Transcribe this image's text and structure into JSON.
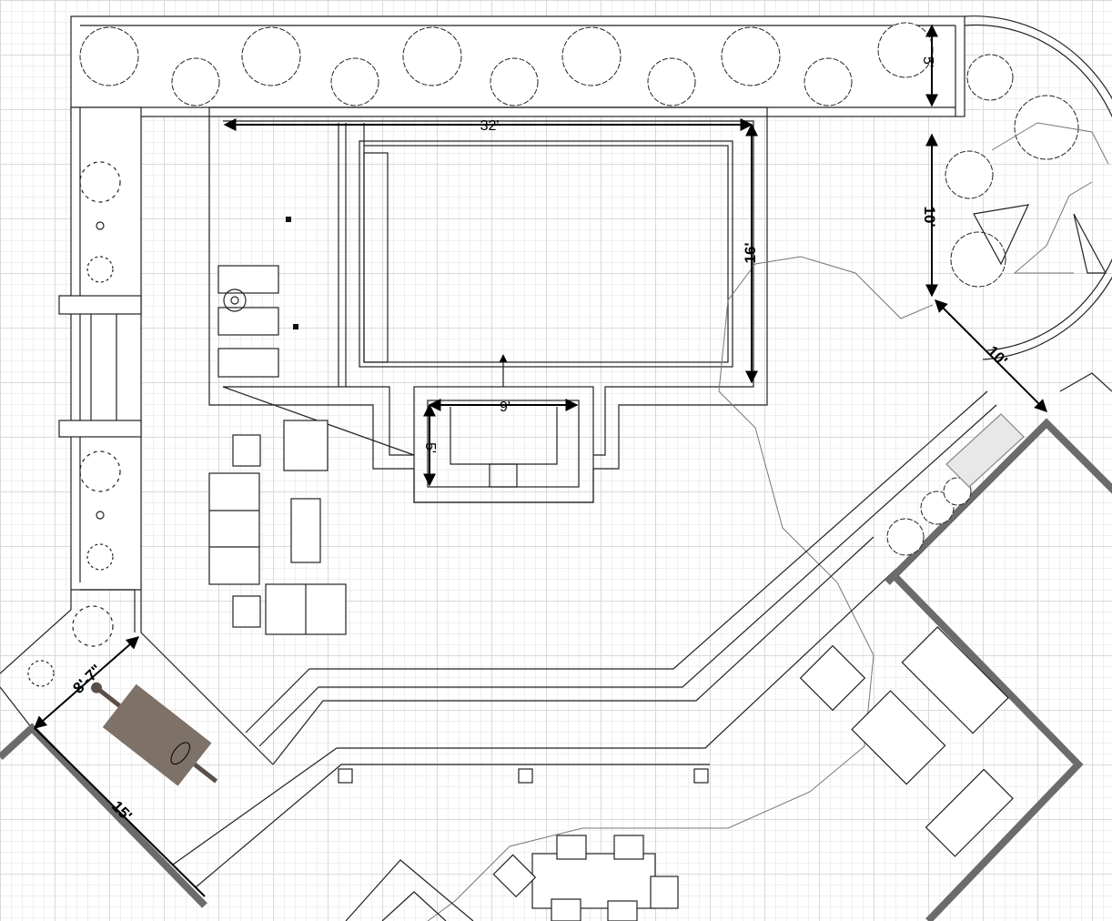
{
  "dimensions": {
    "pool_length": "32'",
    "pool_width": "16'",
    "spa_length": "9'",
    "spa_width": "5'",
    "planter_depth": "5'",
    "garden_depth": "10'",
    "garden_radius": "10'",
    "path_width": "8'-7\"",
    "path_length": "15'"
  },
  "colors": {
    "wall": "#6b6b6b",
    "line": "#222222",
    "grid": "#d9d9d9",
    "bench": "#7d7168"
  }
}
